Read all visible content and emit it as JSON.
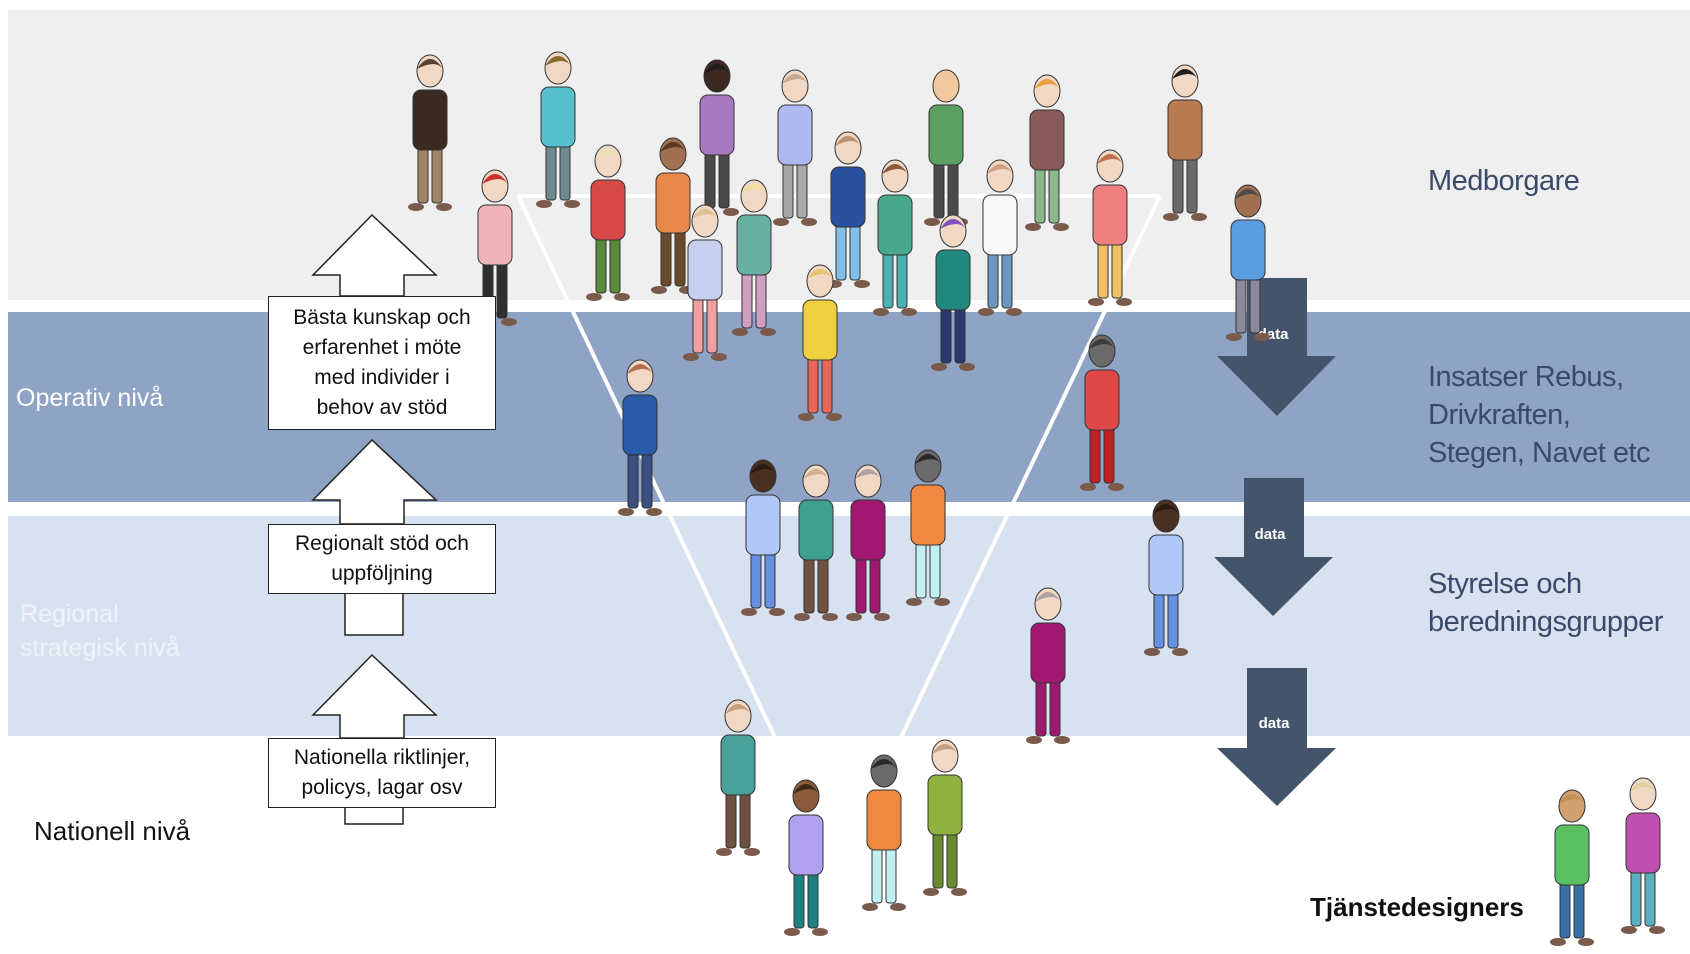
{
  "levels": {
    "citizens": "Medborgare",
    "operative": "Operativ nivå",
    "regional": "Regional\nstrategisk nivå",
    "national": "Nationell nivå"
  },
  "right_labels": {
    "medborgare": "Medborgare",
    "insatser": "Insatser Rebus,\nDrivkraften,\nStegen, Navet etc",
    "styrelse": "Styrelse och\nberedningsgrupper",
    "designers": "Tjänstedesigners"
  },
  "boxes": {
    "knowledge": "Bästa kunskap och\nerfarenhet i möte\nmed individer i\nbehov av stöd",
    "regional_support": "Regionalt stöd och\nuppföljning",
    "national_guidelines": "Nationella riktlinjer,\npolicys, lagar osv"
  },
  "arrows": {
    "data_1": "data",
    "data_2": "data",
    "data_3": "data"
  },
  "colors": {
    "band_top": "#efefef",
    "band_operative": "#8fa3c4",
    "band_regional": "#d8e1f0",
    "arrow_dark": "#44546a",
    "label_blue": "#3a4a6a"
  }
}
